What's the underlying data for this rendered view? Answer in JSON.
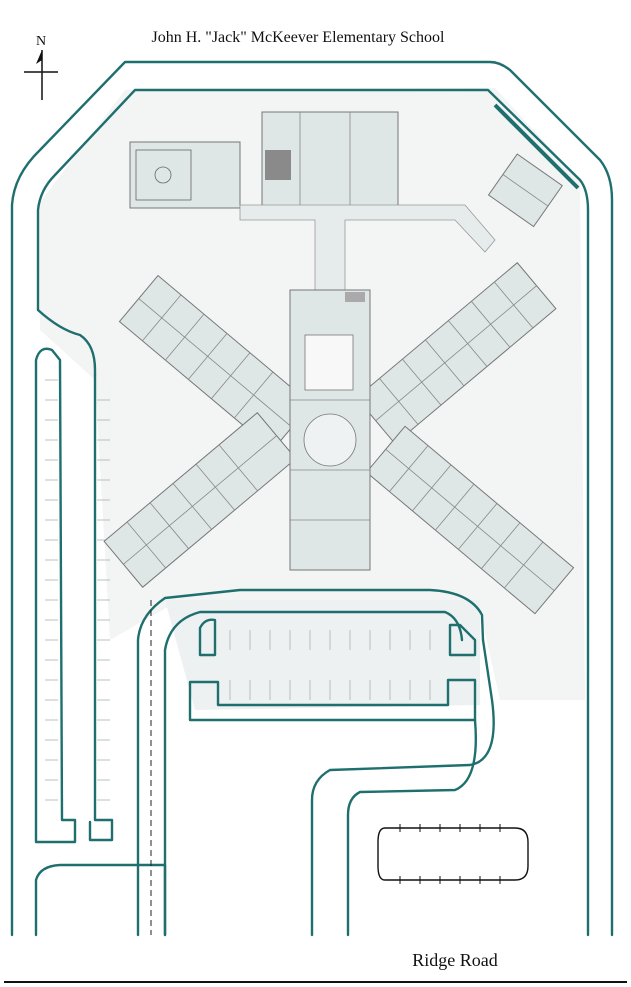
{
  "title": "John H.  \"Jack\"  McKeever  Elementary School",
  "compass": {
    "letter": "N",
    "icon": "north-arrow-icon"
  },
  "street": {
    "name": "Ridge Road"
  },
  "colors": {
    "road": "#1f6f6f",
    "building": "#dfe6e6",
    "grounds": "#f2f4f4"
  }
}
